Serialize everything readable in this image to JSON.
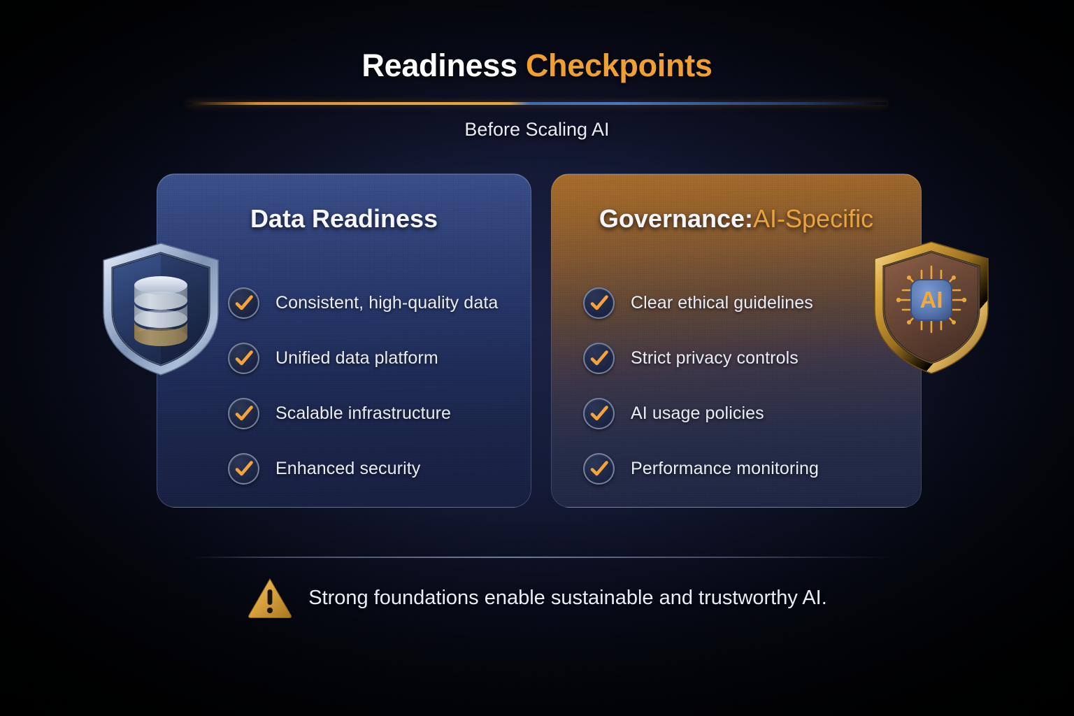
{
  "header": {
    "title_white": "Readiness",
    "title_accent": "Checkpoints",
    "subtitle": "Before Scaling AI"
  },
  "colors": {
    "accent_orange": "#f0a033",
    "accent_gold": "#e9a33e",
    "text_primary": "#e9edf6",
    "card_left_blue": "#32447a",
    "card_right_bronze": "#95612a",
    "check_orange": "#f5a33a",
    "shield_left_silver": "#aebed8",
    "shield_right_gold": "#d9a13c",
    "warning_gold": "#d9a23e"
  },
  "cards": [
    {
      "id": "data-readiness",
      "title_main": "Data Readiness",
      "title_sep": "",
      "title_accent": "",
      "icon": "shield-database-icon",
      "items": [
        {
          "label": "Consistent, high-quality data",
          "icon": "check-circle-icon"
        },
        {
          "label": "Unified data platform",
          "icon": "check-circle-icon"
        },
        {
          "label": "Scalable infrastructure",
          "icon": "check-circle-icon"
        },
        {
          "label": "Enhanced security",
          "icon": "check-circle-icon"
        }
      ]
    },
    {
      "id": "governance-ai-specific",
      "title_main": "Governance",
      "title_sep": ":",
      "title_accent": "AI-Specific",
      "icon": "shield-ai-chip-icon",
      "badge_text": "AI",
      "items": [
        {
          "label": "Clear ethical guidelines",
          "icon": "check-circle-icon"
        },
        {
          "label": "Strict privacy controls",
          "icon": "check-circle-icon"
        },
        {
          "label": "AI usage policies",
          "icon": "check-circle-icon"
        },
        {
          "label": "Performance monitoring",
          "icon": "check-circle-icon"
        }
      ]
    }
  ],
  "footer": {
    "icon": "warning-triangle-icon",
    "text": "Strong foundations enable sustainable and trustworthy AI."
  }
}
